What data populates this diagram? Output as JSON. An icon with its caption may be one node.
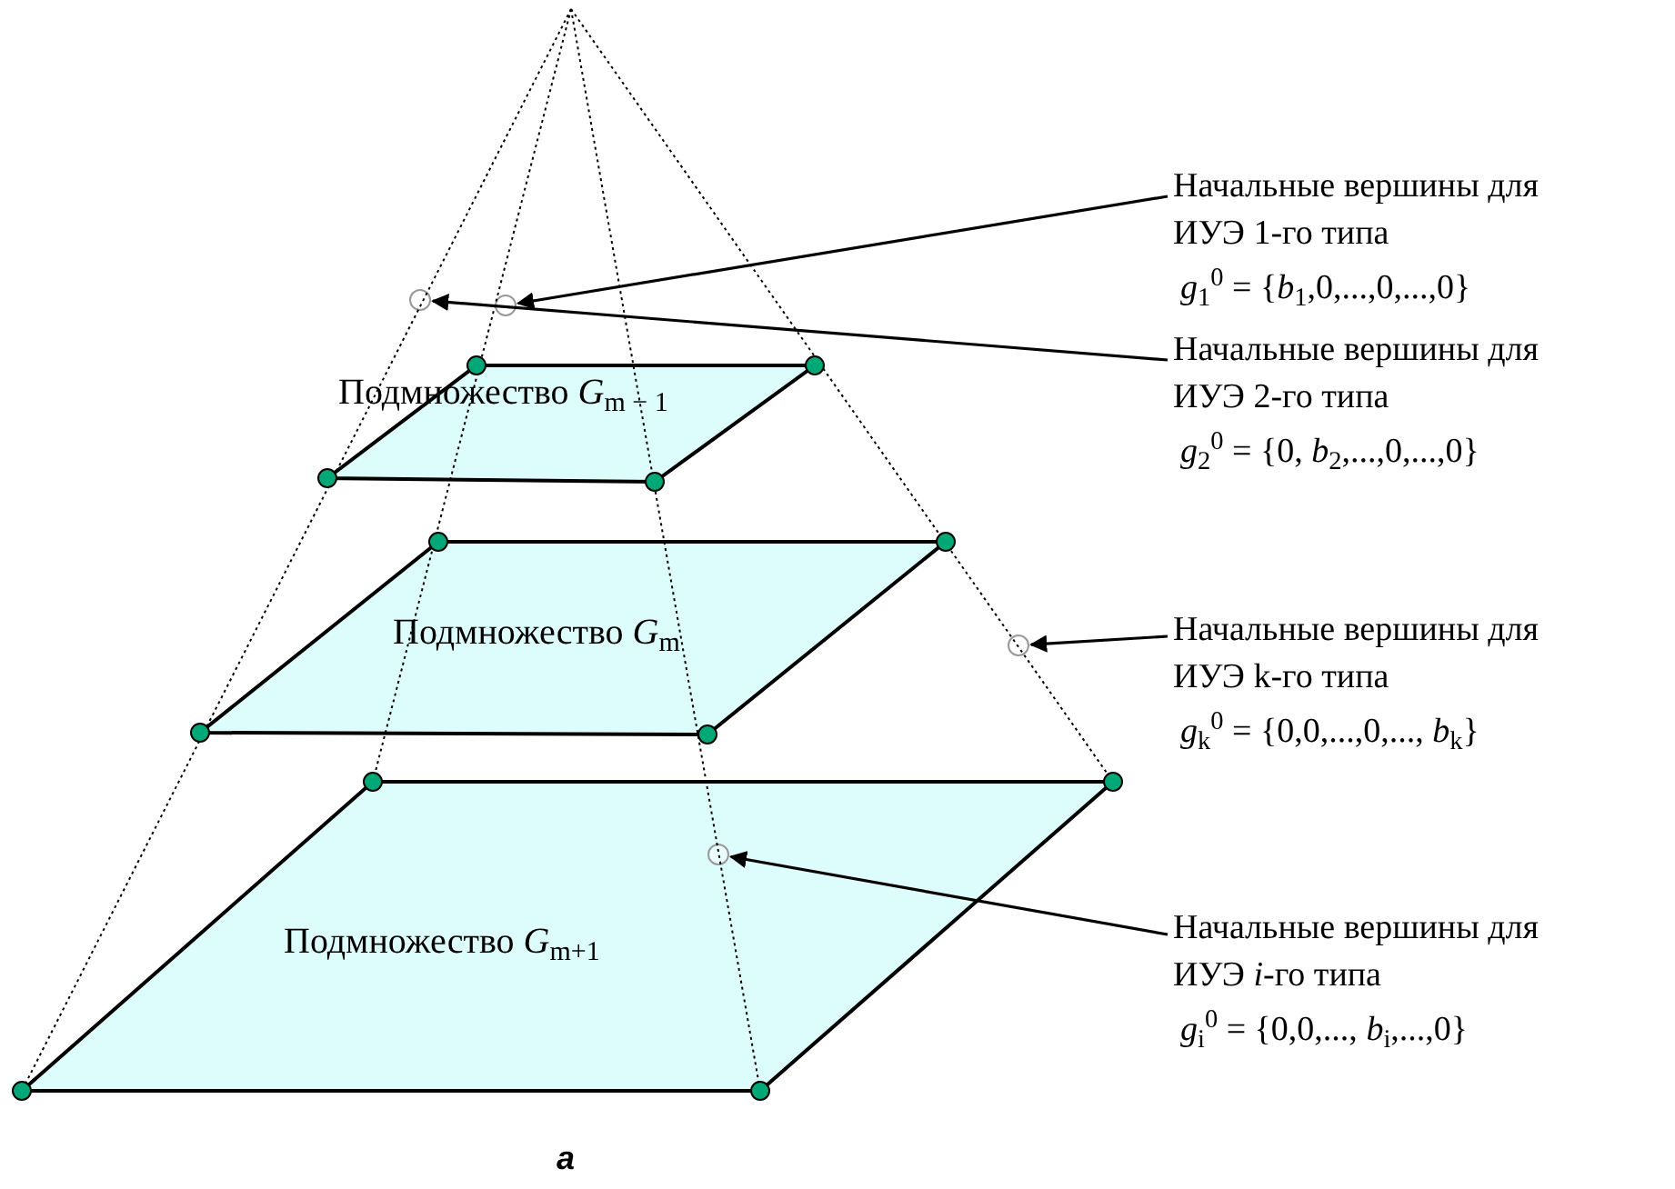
{
  "diagram": {
    "caption": "а",
    "nodes": [
      {
        "text": [
          "Подмножество *G*$_{m − 1}$"
        ]
      },
      {
        "text": [
          "Подмножество *G*$_{m}$"
        ]
      },
      {
        "text": [
          "Подмножество *G*$_{m+1}$"
        ]
      },
      {
        "text": [
          "Начальные вершины для ИУЭ 1-го типа",
          "*g*$_{1}$$^{0}$ = {*b*$_{1}$,0,...,0,...,0}"
        ]
      },
      {
        "text": [
          "Начальные вершины для ИУЭ 2-го типа",
          "*g*$_{2}$$^{0}$ = {0, *b*$_{2}$,...,0,...,0}"
        ]
      },
      {
        "text": [
          "Начальные вершины для ИУЭ k-го типа",
          "*g*$_{k}$$^{0}$ = {0,0,...,0,..., *b*$_{k}$}"
        ]
      },
      {
        "text": [
          "Начальные вершины для ИУЭ *i*-го типа",
          "*g*$_{i}$$^{0}$ = {0,0,..., *b*$_{i}$,...,0}"
        ]
      },
      {
        "text": [],
        "shape": "circle"
      },
      {
        "text": [],
        "shape": "circle"
      },
      {
        "text": [],
        "shape": "circle"
      },
      {
        "text": [],
        "shape": "circle",
        "in": 2
      }
    ],
    "edges": [
      {
        "from": 3,
        "to": 7,
        "arrow": "to"
      },
      {
        "from": 4,
        "to": 8,
        "arrow": "to"
      },
      {
        "from": 5,
        "to": 9,
        "arrow": "to"
      },
      {
        "from": 6,
        "to": 10,
        "arrow": "to"
      }
    ]
  }
}
